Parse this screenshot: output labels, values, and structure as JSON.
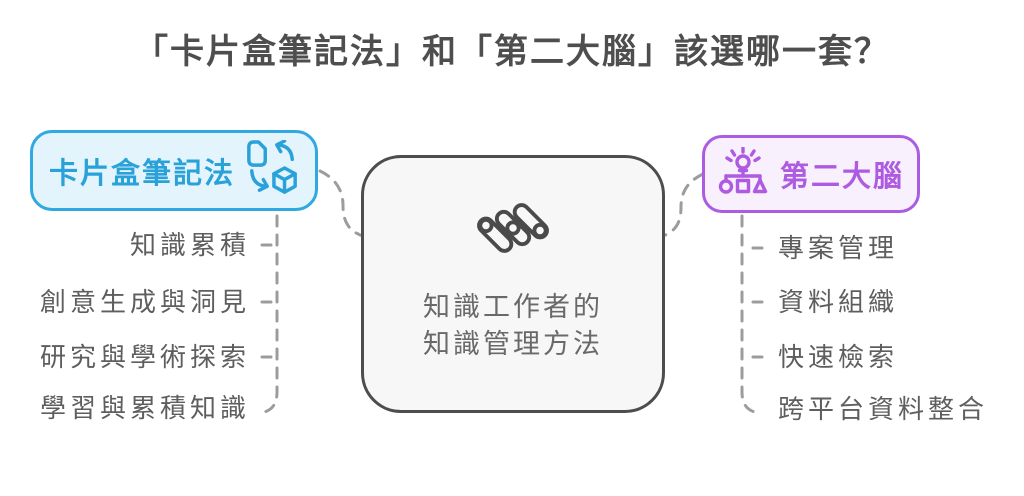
{
  "title": "「卡片盒筆記法」和「第二大腦」該選哪一套？",
  "center": {
    "icon": "heptabase-logo",
    "line1": "知識工作者的",
    "line2": "知識管理方法"
  },
  "left_branch": {
    "label": "卡片盒筆記法",
    "icon": "note-to-cube-sync-icon",
    "items": [
      "知識累積",
      "創意生成與洞見",
      "研究與學術探索",
      "學習與累積知識"
    ]
  },
  "right_branch": {
    "label": "第二大腦",
    "icon": "idea-organize-icon",
    "items": [
      "專案管理",
      "資料組織",
      "快速檢索",
      "跨平台資料整合"
    ]
  },
  "colors": {
    "blue_border": "#2fa9df",
    "blue_fill": "#e4f4fc",
    "blue_text": "#2aa2d9",
    "purple_border": "#ac5ce0",
    "purple_fill": "#f8f0fd",
    "purple_text": "#ae5be2",
    "center_border": "#4d4d4d",
    "center_fill": "#f7f7f7",
    "dash_gray": "#9c9c9c",
    "item_text": "#5e5e5e",
    "title_text": "#4e4e4e"
  }
}
